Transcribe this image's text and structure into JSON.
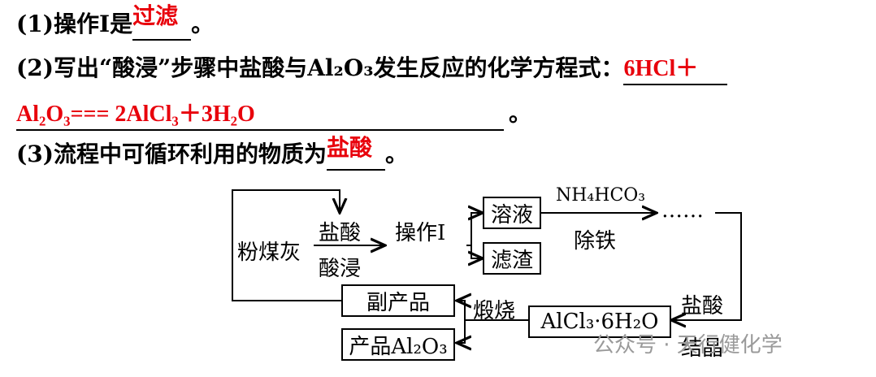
{
  "questions": {
    "q1": {
      "prefix": "(1)操作Ⅰ是",
      "answer": "过滤",
      "suffix": "。"
    },
    "q2": {
      "prefix": "(2)写出“酸浸”步骤中盐酸与Al₂O₃发生反应的化学方程式：",
      "answer_line1": "6HCl＋",
      "answer_line2": "Al₂O₃=== 2AlCl₃＋3H₂O",
      "suffix": "。"
    },
    "q3": {
      "prefix": "(3)流程中可循环利用的物质为",
      "answer": "盐酸",
      "suffix": "。"
    }
  },
  "flow": {
    "fly_ash": "粉煤灰",
    "acid_top": "盐酸",
    "acid_bottom": "酸浸",
    "operation": "操作Ⅰ",
    "solution": "溶液",
    "residue": "滤渣",
    "reagent": "NH₄HCO₃",
    "remove_iron": "除铁",
    "ellipsis": "……",
    "hcl": "盐酸",
    "crystal": "结晶",
    "alcl3": "AlCl₃·6H₂O",
    "calcine": "煅烧",
    "byproduct": "副产品",
    "product": "产品Al₂O₃"
  },
  "watermark": "公众号 · 天行健化学"
}
